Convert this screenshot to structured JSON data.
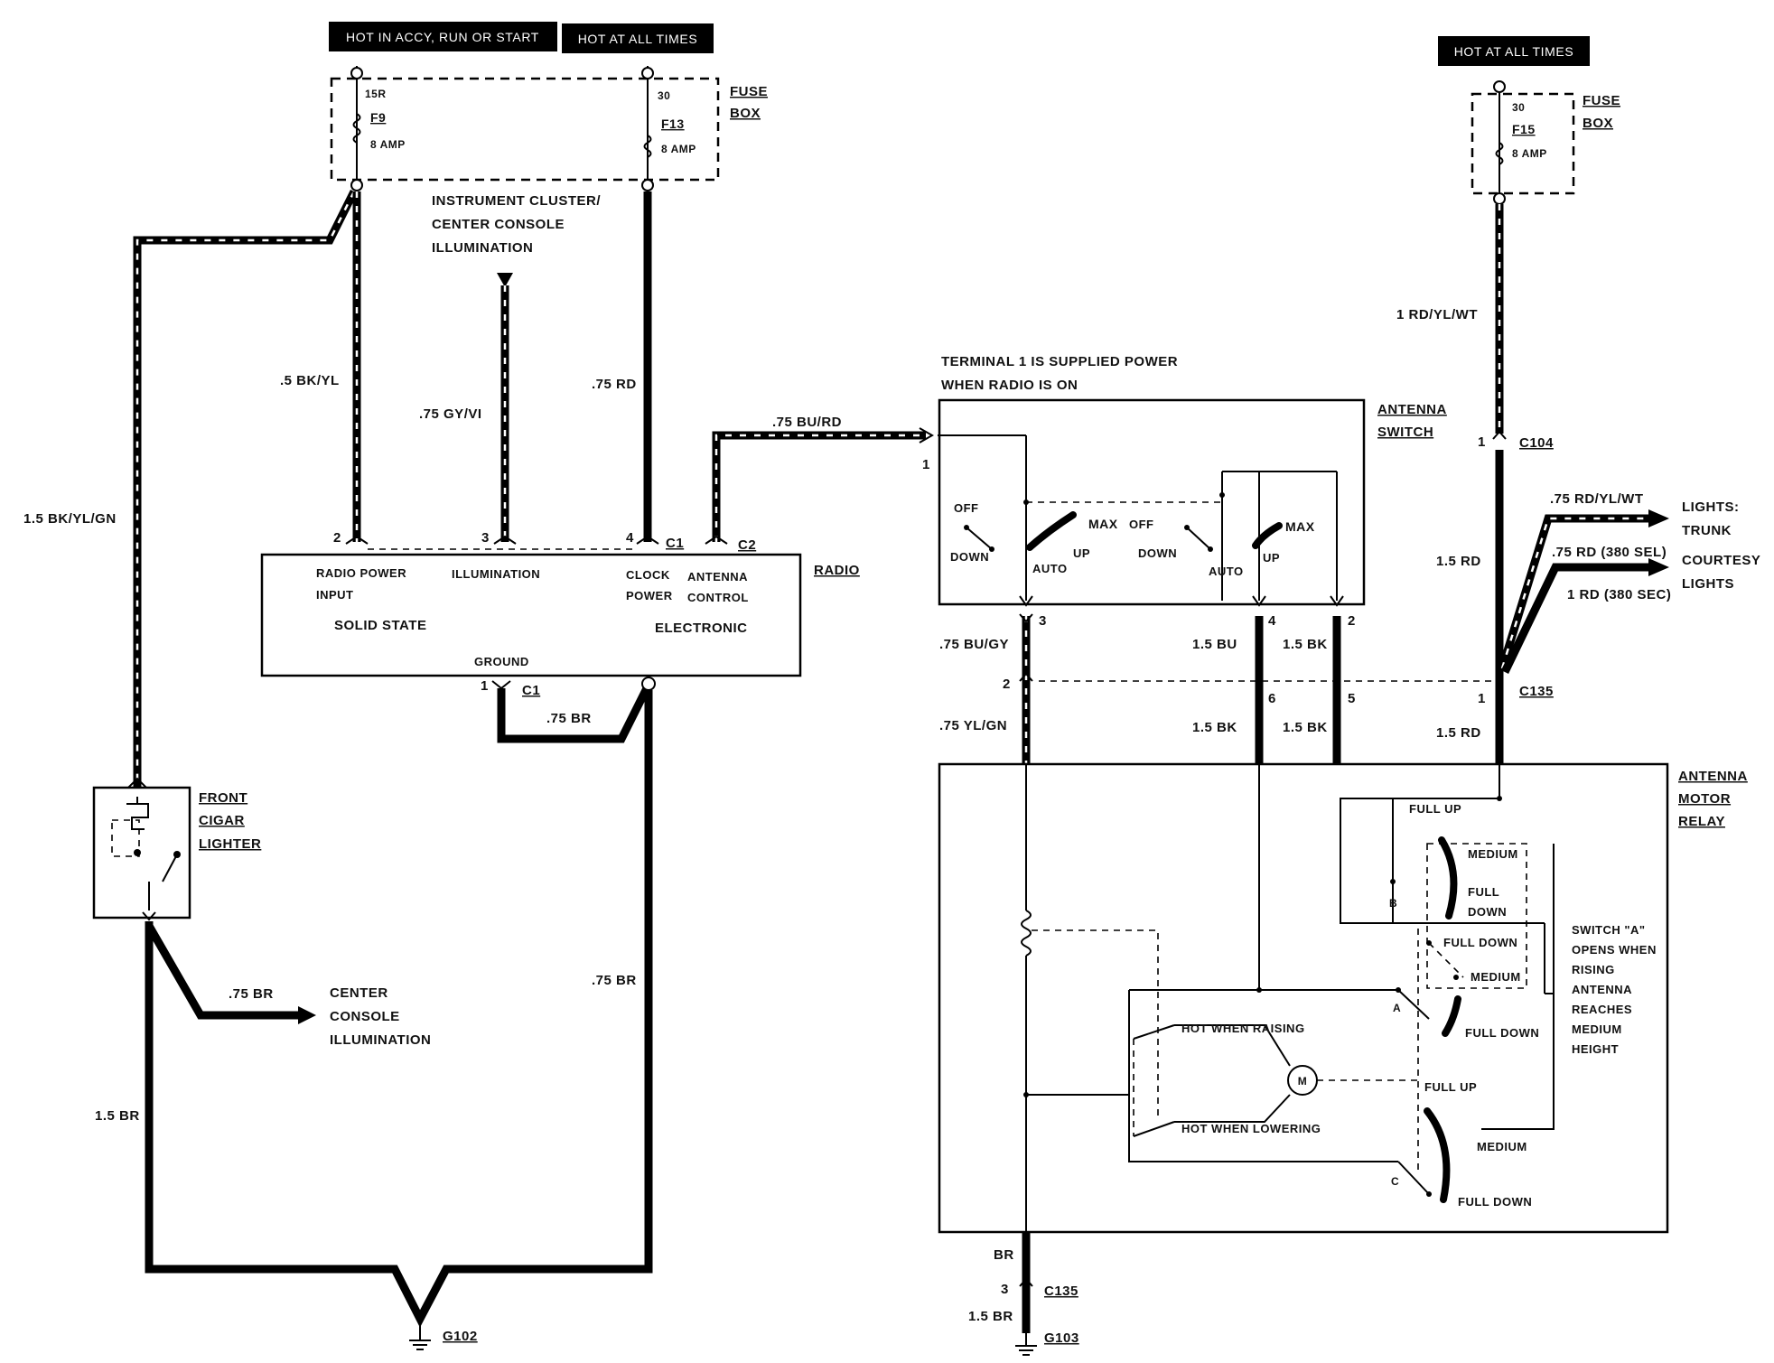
{
  "power_tags": {
    "hot_accy": "HOT IN ACCY, RUN OR START",
    "hot_all_left": "HOT AT ALL TIMES",
    "hot_all_right": "HOT AT ALL TIMES"
  },
  "fuse_box_left": {
    "label_line1": "FUSE",
    "label_line2": "BOX",
    "f9_terminal": "15R",
    "f9_name": "F9",
    "f9_rating": "8 AMP",
    "f13_terminal": "30",
    "f13_name": "F13",
    "f13_rating": "8 AMP"
  },
  "fuse_box_right": {
    "label_line1": "FUSE",
    "label_line2": "BOX",
    "terminal": "30",
    "name": "F15",
    "rating": "8 AMP"
  },
  "illum_note": {
    "line1": "INSTRUMENT CLUSTER/",
    "line2": "CENTER CONSOLE",
    "line3": "ILLUMINATION"
  },
  "wires": {
    "bk_yl_gn": "1.5 BK/YL/GN",
    "bk_yl": ".5 BK/YL",
    "gy_vi": ".75 GY/VI",
    "rd_75": ".75 RD",
    "bu_rd": ".75 BU/RD",
    "br_75_c1": ".75 BR",
    "br_75_right": ".75 BR",
    "br_75_console": ".75 BR",
    "br_15": "1.5 BR",
    "rd_yl_wt_1": "1 RD/YL/WT",
    "rd_yl_wt_75": ".75 RD/YL/WT",
    "rd_15_top": "1.5 RD",
    "rd_15_bot": "1.5 RD",
    "rd_380sel": ".75 RD (380 SEL)",
    "rd_380sec": "1 RD (380 SEC)",
    "bu_gy": ".75 BU/GY",
    "yl_gn": ".75 YL/GN",
    "bu_15": "1.5 BU",
    "bk_15_a": "1.5 BK",
    "bk_15_b": "1.5 BK",
    "bk_15_c": "1.5 BK",
    "br": "BR",
    "br_15_bottom": "1.5 BR"
  },
  "radio": {
    "label": "RADIO",
    "pin2": "2",
    "pin3": "3",
    "pin4": "4",
    "c1": "C1",
    "c2": "C2",
    "power_input_1": "RADIO POWER",
    "power_input_2": "INPUT",
    "illumination": "ILLUMINATION",
    "clock_1": "CLOCK",
    "clock_2": "POWER",
    "antenna_1": "ANTENNA",
    "antenna_2": "CONTROL",
    "solid_state": "SOLID STATE",
    "electronic": "ELECTRONIC",
    "ground": "GROUND",
    "ground_pin": "1",
    "ground_conn": "C1"
  },
  "lighter": {
    "line1": "FRONT",
    "line2": "CIGAR",
    "line3": "LIGHTER"
  },
  "console_illum": {
    "line1": "CENTER",
    "line2": "CONSOLE",
    "line3": "ILLUMINATION"
  },
  "grounds": {
    "g102": "G102",
    "g103": "G103"
  },
  "antenna_switch": {
    "note1": "TERMINAL 1 IS SUPPLIED POWER",
    "note2": "WHEN RADIO IS ON",
    "label1": "ANTENNA",
    "label2": "SWITCH",
    "pin1": "1",
    "off_l": "OFF",
    "down_l": "DOWN",
    "auto_l": "AUTO",
    "up_l": "UP",
    "max_l": "MAX",
    "off_r": "OFF",
    "down_r": "DOWN",
    "auto_r": "AUTO",
    "up_r": "UP",
    "max_r": "MAX",
    "pin3": "3",
    "pin4": "4",
    "pin2": "2"
  },
  "connectors": {
    "c104": "C104",
    "c104_pin": "1",
    "c135": "C135",
    "c135_pin1": "1",
    "c135_pin2": "2",
    "c135_pin6": "6",
    "c135_pin5": "5",
    "c135_bottom": "C135",
    "c135_bottom_pin": "3"
  },
  "lights": {
    "trunk_1": "LIGHTS:",
    "trunk_2": "TRUNK",
    "courtesy_1": "COURTESY",
    "courtesy_2": "LIGHTS"
  },
  "relay": {
    "label1": "ANTENNA",
    "label2": "MOTOR",
    "label3": "RELAY",
    "full_up_top": "FULL UP",
    "medium_top": "MEDIUM",
    "full_top": "FULL",
    "down_top": "DOWN",
    "pos_b": "B",
    "full_down_mid": "FULL DOWN",
    "medium_mid": "MEDIUM",
    "pos_a": "A",
    "full_down_a": "FULL DOWN",
    "hot_raising": "HOT WHEN RAISING",
    "hot_lowering": "HOT WHEN LOWERING",
    "motor": "M",
    "full_up_c": "FULL  UP",
    "medium_c": "MEDIUM",
    "pos_c": "C",
    "full_down_c": "FULL DOWN",
    "switch_note_1": "SWITCH \"A\"",
    "switch_note_2": "OPENS WHEN",
    "switch_note_3": "RISING",
    "switch_note_4": "ANTENNA",
    "switch_note_5": "REACHES",
    "switch_note_6": "MEDIUM",
    "switch_note_7": "HEIGHT"
  }
}
